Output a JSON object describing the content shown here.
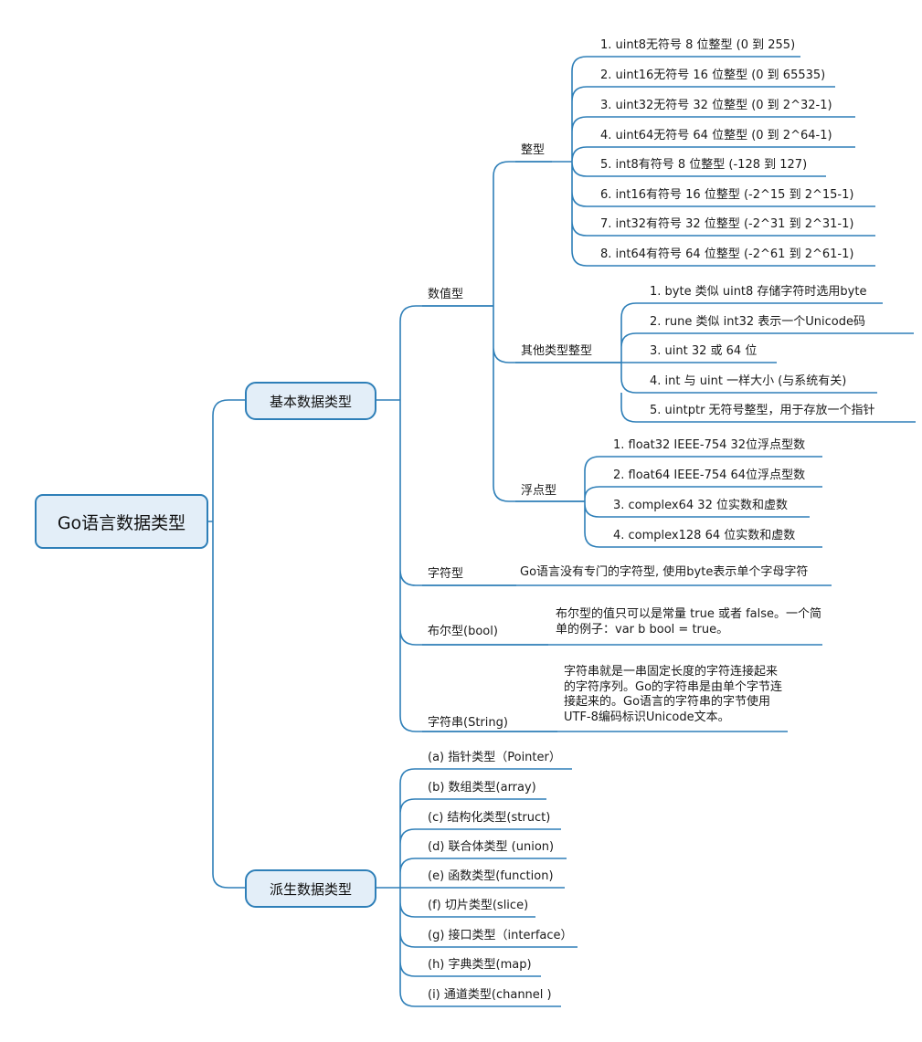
{
  "root": "Go语言数据类型",
  "basic": {
    "label": "基本数据类型",
    "numeric": {
      "label": "数值型",
      "integer": {
        "label": "整型",
        "items": [
          "1. uint8无符号 8 位整型 (0 到 255)",
          "2. uint16无符号 16 位整型 (0 到 65535)",
          "3. uint32无符号 32 位整型 (0 到 2^32-1)",
          "4. uint64无符号 64 位整型 (0 到 2^64-1)",
          "5. int8有符号 8 位整型 (-128 到 127)",
          "6. int16有符号 16 位整型 (-2^15 到 2^15-1)",
          "7. int32有符号 32 位整型 (-2^31 到 2^31-1)",
          "8. int64有符号 64 位整型 (-2^61 到 2^61-1)"
        ]
      },
      "other_int": {
        "label": "其他类型整型",
        "items": [
          "1. byte 类似 uint8 存储字符时选用byte",
          "2. rune 类似 int32 表示一个Unicode码",
          "3. uint 32 或 64 位",
          "4. int 与 uint 一样大小 (与系统有关)",
          "5. uintptr 无符号整型，用于存放一个指针"
        ]
      },
      "float": {
        "label": "浮点型",
        "items": [
          "1. float32 IEEE-754 32位浮点型数",
          "2. float64 IEEE-754 64位浮点型数",
          "3. complex64 32 位实数和虚数",
          "4. complex128 64 位实数和虚数"
        ]
      }
    },
    "char": {
      "label": "字符型",
      "desc": "Go语言没有专门的字符型, 使用byte表示单个字母字符"
    },
    "bool": {
      "label": "布尔型(bool)",
      "desc": "布尔型的值只可以是常量 true 或者 false。一个简单的例子：var b bool = true。"
    },
    "string": {
      "label": "字符串(String)",
      "desc": "字符串就是一串固定长度的字符连接起来的字符序列。Go的字符串是由单个字节连接起来的。Go语言的字符串的字节使用UTF-8编码标识Unicode文本。"
    }
  },
  "derived": {
    "label": "派生数据类型",
    "items": [
      "(a) 指针类型（Pointer）",
      "(b) 数组类型(array)",
      "(c) 结构化类型(struct)",
      "(d) 联合体类型 (union)",
      "(e) 函数类型(function)",
      "(f) 切片类型(slice)",
      "(g) 接口类型（interface）",
      "(h) 字典类型(map)",
      "(i) 通道类型(channel )"
    ]
  },
  "colors": {
    "line": "#2e7fb8",
    "node_fill": "#e3eef8",
    "text": "#1a1a1a"
  }
}
